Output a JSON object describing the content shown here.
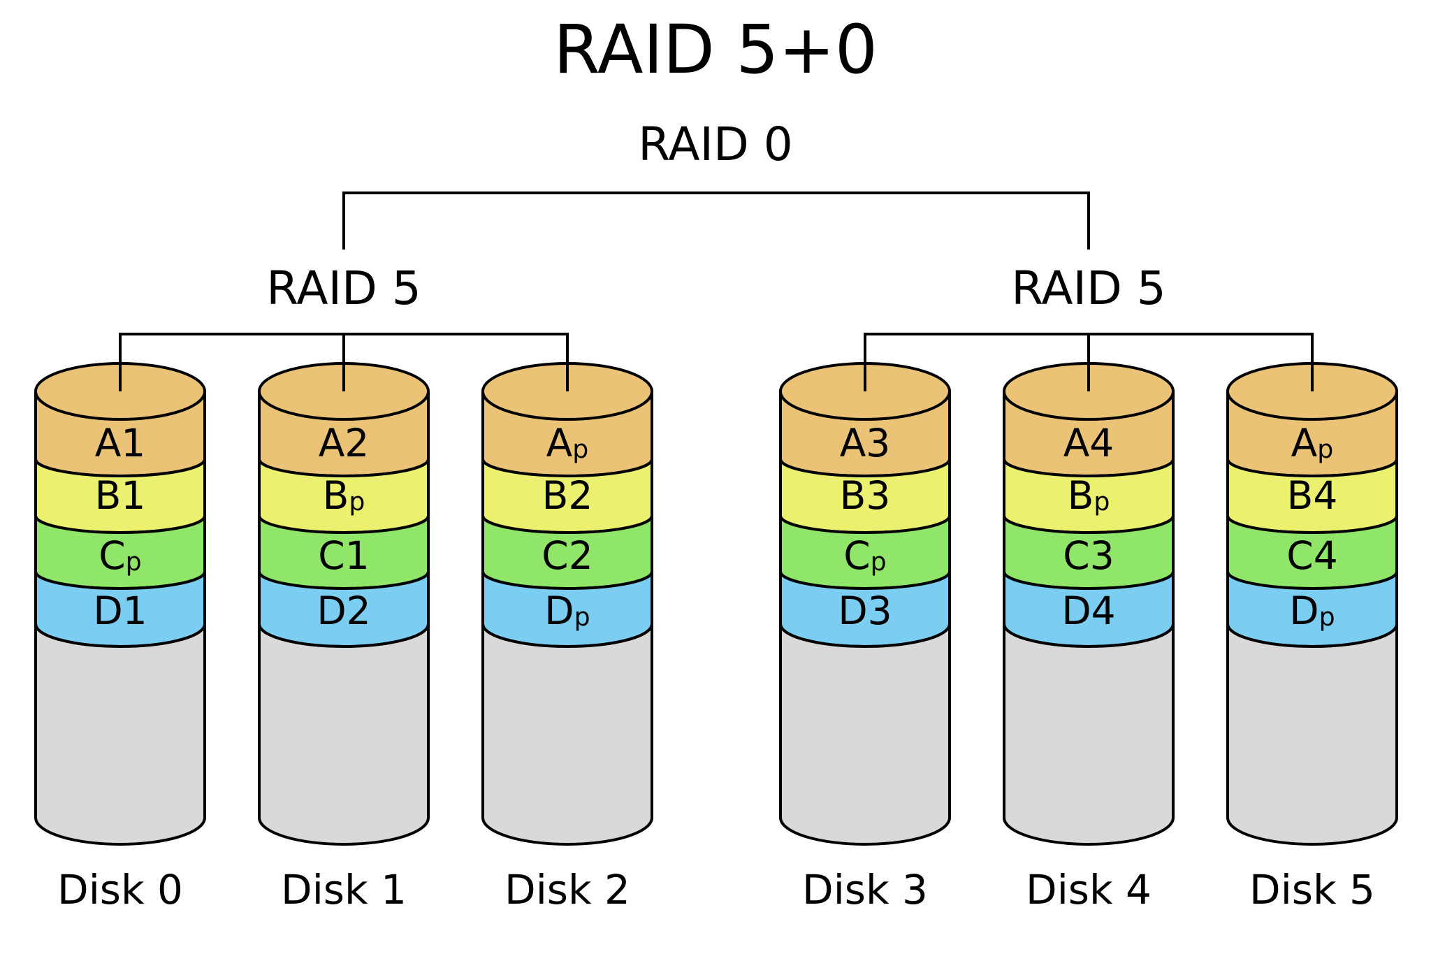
{
  "title": "RAID 5+0",
  "raid0_label": "RAID 0",
  "colors": {
    "stripe_a": "#ebc377",
    "stripe_b": "#ebf06e",
    "stripe_c": "#90e669",
    "stripe_d": "#7ccdf2",
    "disk_body": "#d9d9d9",
    "outline": "#000000"
  },
  "groups": [
    {
      "label": "RAID 5",
      "disks": [
        {
          "name": "Disk 0",
          "segments": [
            {
              "base": "A1",
              "sub": ""
            },
            {
              "base": "B1",
              "sub": ""
            },
            {
              "base": "C",
              "sub": "p"
            },
            {
              "base": "D1",
              "sub": ""
            }
          ]
        },
        {
          "name": "Disk 1",
          "segments": [
            {
              "base": "A2",
              "sub": ""
            },
            {
              "base": "B",
              "sub": "p"
            },
            {
              "base": "C1",
              "sub": ""
            },
            {
              "base": "D2",
              "sub": ""
            }
          ]
        },
        {
          "name": "Disk 2",
          "segments": [
            {
              "base": "A",
              "sub": "p"
            },
            {
              "base": "B2",
              "sub": ""
            },
            {
              "base": "C2",
              "sub": ""
            },
            {
              "base": "D",
              "sub": "p"
            }
          ]
        }
      ]
    },
    {
      "label": "RAID 5",
      "disks": [
        {
          "name": "Disk 3",
          "segments": [
            {
              "base": "A3",
              "sub": ""
            },
            {
              "base": "B3",
              "sub": ""
            },
            {
              "base": "C",
              "sub": "p"
            },
            {
              "base": "D3",
              "sub": ""
            }
          ]
        },
        {
          "name": "Disk 4",
          "segments": [
            {
              "base": "A4",
              "sub": ""
            },
            {
              "base": "B",
              "sub": "p"
            },
            {
              "base": "C3",
              "sub": ""
            },
            {
              "base": "D4",
              "sub": ""
            }
          ]
        },
        {
          "name": "Disk 5",
          "segments": [
            {
              "base": "A",
              "sub": "p"
            },
            {
              "base": "B4",
              "sub": ""
            },
            {
              "base": "C4",
              "sub": ""
            },
            {
              "base": "D",
              "sub": "p"
            }
          ]
        }
      ]
    }
  ]
}
